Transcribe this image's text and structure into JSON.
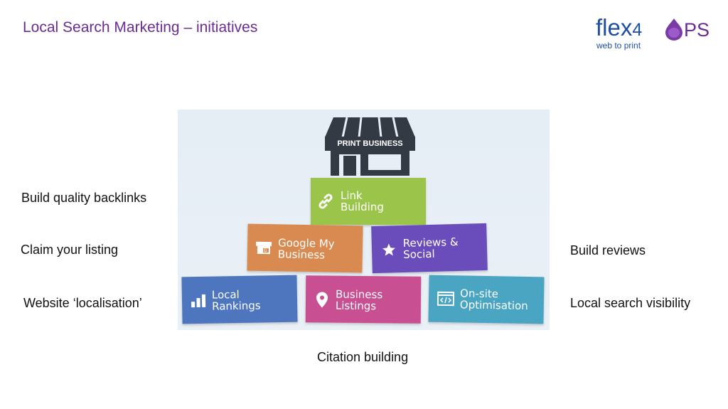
{
  "title": "Local Search Marketing – initiatives",
  "logo": {
    "wordmark": "flex",
    "number": "4",
    "suffix": "PS",
    "tagline": "web to print"
  },
  "labels": {
    "build_backlinks": "Build quality backlinks",
    "claim_listing": "Claim your listing",
    "website_localisation": "Website ‘localisation’",
    "build_reviews": "Build reviews",
    "local_visibility": "Local search visibility",
    "citation_building": "Citation building"
  },
  "graphic": {
    "store_sign": "PRINT BUSINESS",
    "blocks": {
      "link_building": {
        "label": "Link\nBuilding",
        "icon": "link-icon",
        "color": "#9ac54a"
      },
      "google_my_business": {
        "label": "Google My\nBusiness",
        "icon": "storefront-icon",
        "color": "#d98a51"
      },
      "reviews_social": {
        "label": "Reviews &\nSocial",
        "icon": "star-icon",
        "color": "#6a4dbb"
      },
      "local_rankings": {
        "label": "Local\nRankings",
        "icon": "bar-chart-icon",
        "color": "#4e76be"
      },
      "business_listings": {
        "label": "Business\nListings",
        "icon": "map-pin-icon",
        "color": "#c94f93"
      },
      "onsite_optimisation": {
        "label": "On-site\nOptimisation",
        "icon": "code-window-icon",
        "color": "#4aa5c2"
      }
    }
  },
  "colors": {
    "title": "#6a2c91",
    "logo_blue": "#1e4fa3",
    "logo_purple": "#6a2c91"
  }
}
